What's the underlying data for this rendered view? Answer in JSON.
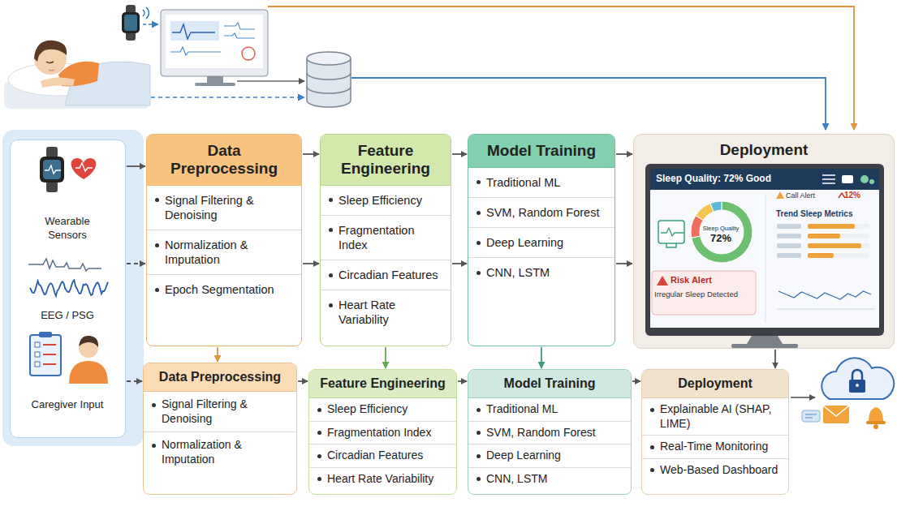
{
  "diagram": {
    "nodes": [
      {
        "text": [
          "Wearable Sensors",
          "EEG / PSG",
          "Caregiver Input"
        ]
      },
      {
        "text": [
          "Data Preprocessing",
          "Signal Filtering & Denoising",
          "Normalization & Imputation",
          "Epoch Segmentation"
        ]
      },
      {
        "text": [
          "Feature Engineering",
          "Sleep Efficiency",
          "Fragmentation Index",
          "Circadian Features",
          "Heart Rate Variability"
        ]
      },
      {
        "text": [
          "Model Training",
          "Traditional ML",
          "SVM, Random Forest",
          "Deep Learning",
          "CNN, LSTM"
        ]
      },
      {
        "text": [
          "Deployment"
        ]
      },
      {
        "text": [
          "Data Preprocessing",
          "Signal Filtering & Denoising",
          "Normalization & Imputation"
        ]
      },
      {
        "text": [
          "Feature Engineering",
          "Sleep Efficiency",
          "Fragmentation Index",
          "Circadian Features",
          "Heart Rate Variability"
        ]
      },
      {
        "text": [
          "Model Training",
          "Traditional ML",
          "SVM, Random Forest",
          "Deep Learning",
          "CNN, LSTM"
        ]
      },
      {
        "text": [
          "Deployment",
          "Explainable AI (SHAP, LIME)",
          "Real-Time Monitoring",
          "Web-Based Dashboard"
        ]
      }
    ],
    "edges": [
      {
        "from": 0,
        "to": 1,
        "arrow": "to"
      },
      {
        "from": 0,
        "to": 1,
        "arrow": "to"
      },
      {
        "from": 0,
        "to": 5,
        "arrow": "to"
      },
      {
        "from": 1,
        "to": 2,
        "arrow": "to"
      },
      {
        "from": 1,
        "to": 2,
        "arrow": "to"
      },
      {
        "from": 2,
        "to": 3,
        "arrow": "to"
      },
      {
        "from": 2,
        "to": 3,
        "arrow": "to"
      },
      {
        "from": 3,
        "to": 4,
        "arrow": "to"
      },
      {
        "from": 3,
        "to": 4,
        "arrow": "to"
      },
      {
        "from": 1,
        "to": 5,
        "arrow": "to"
      },
      {
        "from": 2,
        "to": 6,
        "arrow": "to"
      },
      {
        "from": 3,
        "to": 7,
        "arrow": "to"
      },
      {
        "from": 4,
        "to": 8,
        "arrow": "to"
      },
      {
        "from": 5,
        "to": 6,
        "arrow": "to"
      },
      {
        "from": 6,
        "to": 7,
        "arrow": "to"
      },
      {
        "from": 7,
        "to": 8,
        "arrow": "to"
      }
    ],
    "labels": [
      "Sleep Quality: 72% Good",
      "Call Alert",
      "12%",
      "Trend Sleep Metrics",
      "Sleep Quality",
      "72%",
      "Risk Alert",
      "Irregular Sleep Detected"
    ]
  }
}
